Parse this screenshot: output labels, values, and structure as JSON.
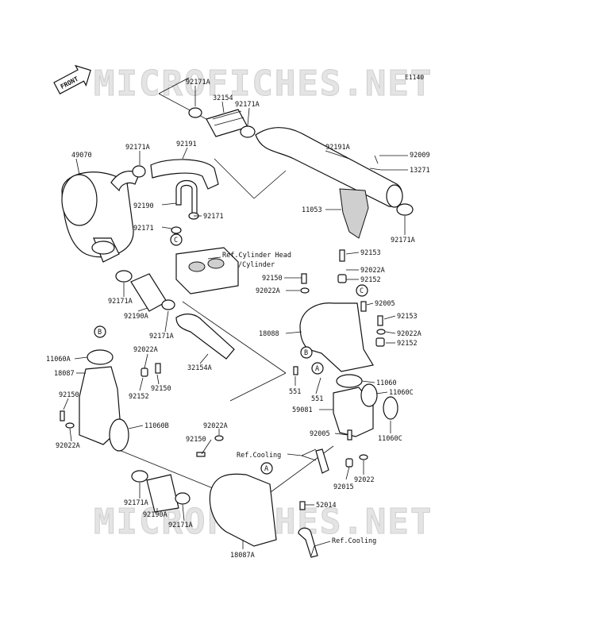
{
  "diagram_code": "E1140",
  "front_label": "FRONT",
  "watermarks": [
    "MICROFICHES.NET",
    "MICROFICHES.NET"
  ],
  "part_labels": {
    "p92171A_top": "92171A",
    "p32154": "32154",
    "p92171A_b": "92171A",
    "p92191A": "92191A",
    "p92009": "92009",
    "p13271": "13271",
    "p49070": "49070",
    "p92171A_c": "92171A",
    "p92191": "92191",
    "p92190": "92190",
    "p92171_a": "92171",
    "p92171_b": "92171",
    "p11053": "11053",
    "p92171A_d": "92171A",
    "p92153_a": "92153",
    "p92022A_a": "92022A",
    "p92150_a": "92150",
    "p92152_a": "92152",
    "p92022A_b": "92022A",
    "p92005_a": "92005",
    "p92171A_e": "92171A",
    "p92153_b": "92153",
    "p92190A_a": "92190A",
    "p92022A_c": "92022A",
    "p18088": "18088",
    "p92152_b": "92152",
    "p92171A_f": "92171A",
    "p11060A": "11060A",
    "p92022A_d": "92022A",
    "p32154A": "32154A",
    "p18087": "18087",
    "p92152_c": "92152",
    "p92150_b": "92150",
    "p11060": "11060",
    "p551_a": "551",
    "p11060C_a": "11060C",
    "p551_b": "551",
    "p92150_c": "92150",
    "p59081": "59081",
    "p11060C_b": "11060C",
    "p11060B": "11060B",
    "p92022A_e": "92022A",
    "p92005_b": "92005",
    "p92022A_f": "92022A",
    "p92150_d": "92150",
    "p92022": "92022",
    "p92015": "92015",
    "p52014": "52014",
    "p92171A_g": "92171A",
    "p92190A_b": "92190A",
    "p92171A_h": "92171A",
    "p18087A": "18087A"
  },
  "references": {
    "cyl_head_1": "Ref.Cylinder Head",
    "cyl_head_2": "/Cylinder",
    "cooling_1": "Ref.Cooling",
    "cooling_2": "Ref.Cooling"
  },
  "callouts": [
    "A",
    "A",
    "B",
    "B",
    "C",
    "C"
  ]
}
